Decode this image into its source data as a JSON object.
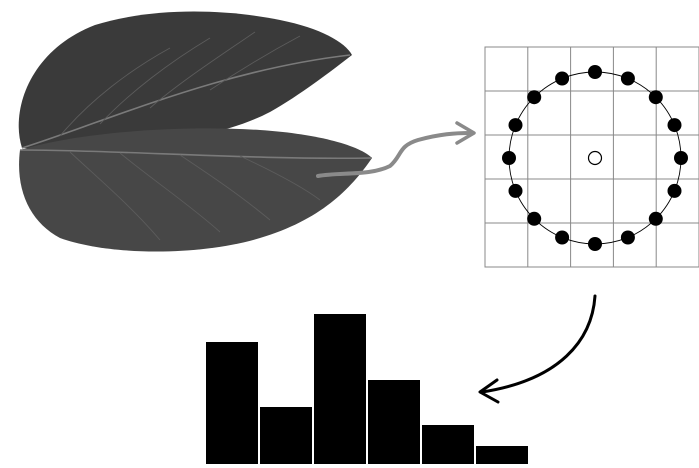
{
  "figure": {
    "leaf_image": {
      "icon": "leaf-illustration",
      "color": "#3a3a3a",
      "vein_color": "#7a7a7a"
    },
    "grid_panel": {
      "grid_columns": 5,
      "grid_rows": 5,
      "neighbor_count": 16,
      "center_icon": "open-circle",
      "neighbor_icon": "filled-circle"
    },
    "arrows": [
      {
        "name": "arrow-leaf-to-grid",
        "color": "#8a8a8a"
      },
      {
        "name": "arrow-grid-to-histogram",
        "color": "#000000"
      }
    ]
  },
  "chart_data": {
    "type": "bar",
    "title": "",
    "xlabel": "",
    "ylabel": "",
    "categories": [
      "",
      "",
      "",
      "",
      "",
      ""
    ],
    "values": [
      122,
      57,
      150,
      84,
      39,
      18
    ],
    "ylim": [
      0,
      150
    ],
    "bar_color": "#000000",
    "axes_visible": false,
    "grid": false
  }
}
